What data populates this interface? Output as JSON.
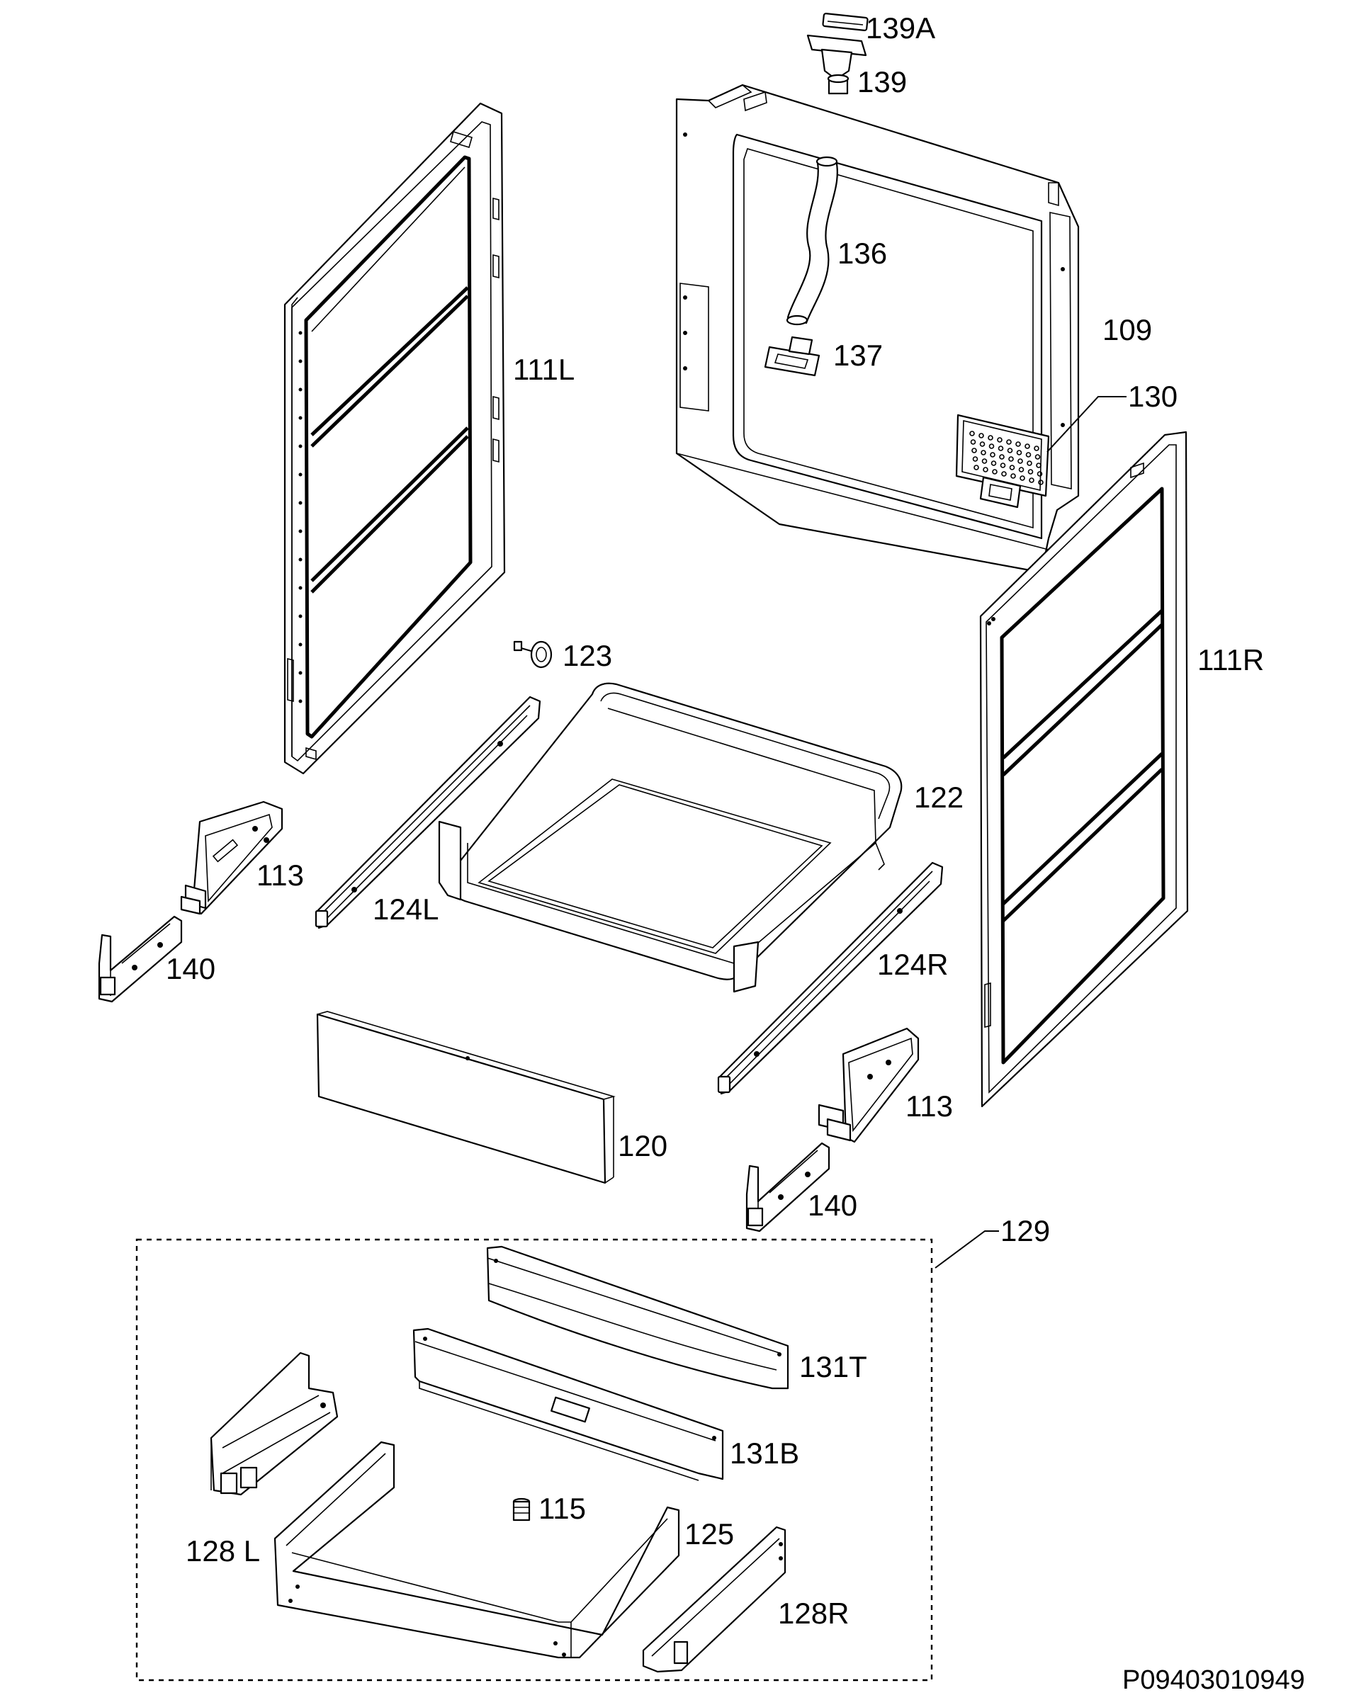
{
  "diagram": {
    "document_code": "P09403010949",
    "parts": [
      {
        "id": "p139A",
        "label": "139A"
      },
      {
        "id": "p139",
        "label": "139"
      },
      {
        "id": "p136",
        "label": "136"
      },
      {
        "id": "p109",
        "label": "109"
      },
      {
        "id": "p137",
        "label": "137"
      },
      {
        "id": "p130",
        "label": "130"
      },
      {
        "id": "p111L",
        "label": "111L"
      },
      {
        "id": "p111R",
        "label": "111R"
      },
      {
        "id": "p123",
        "label": "123"
      },
      {
        "id": "p122",
        "label": "122"
      },
      {
        "id": "p113a",
        "label": "113"
      },
      {
        "id": "p124L",
        "label": "124L"
      },
      {
        "id": "p140a",
        "label": "140"
      },
      {
        "id": "p124R",
        "label": "124R"
      },
      {
        "id": "p113b",
        "label": "113"
      },
      {
        "id": "p120",
        "label": "120"
      },
      {
        "id": "p140b",
        "label": "140"
      },
      {
        "id": "p129",
        "label": "129"
      },
      {
        "id": "p131T",
        "label": "131T"
      },
      {
        "id": "p131B",
        "label": "131B"
      },
      {
        "id": "p115",
        "label": "115"
      },
      {
        "id": "p128L",
        "label": "128 L"
      },
      {
        "id": "p125",
        "label": "125"
      },
      {
        "id": "p128R",
        "label": "128R"
      }
    ]
  }
}
